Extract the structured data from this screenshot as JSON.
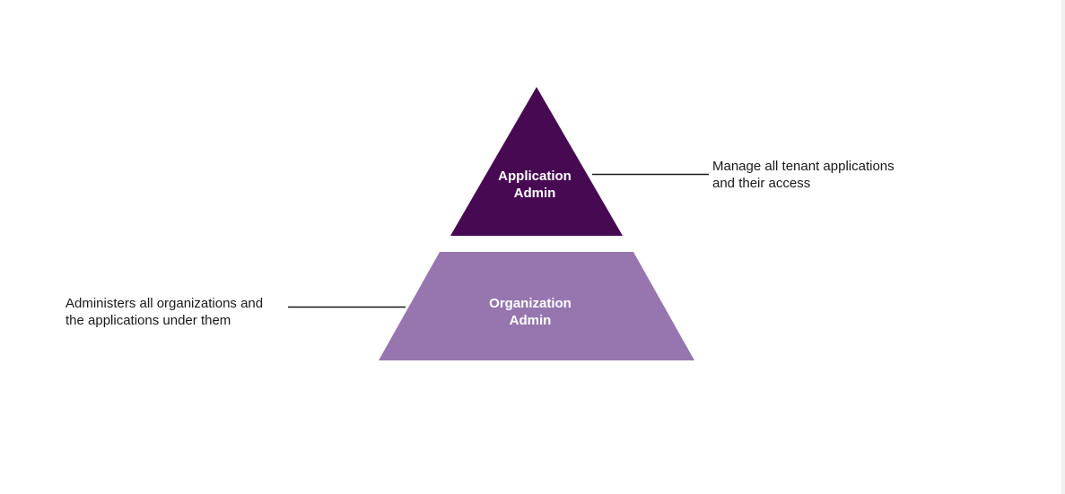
{
  "colors": {
    "top_tier": "#470a52",
    "bottom_tier": "#9776b0",
    "connector": "#1a1a1a",
    "background": "#ffffff"
  },
  "pyramid": {
    "top": {
      "label": "Application\nAdmin",
      "description": "Manage all tenant applications\nand their access"
    },
    "bottom": {
      "label": "Organization\nAdmin",
      "description": "Administers all organizations and\nthe applications under them"
    }
  }
}
